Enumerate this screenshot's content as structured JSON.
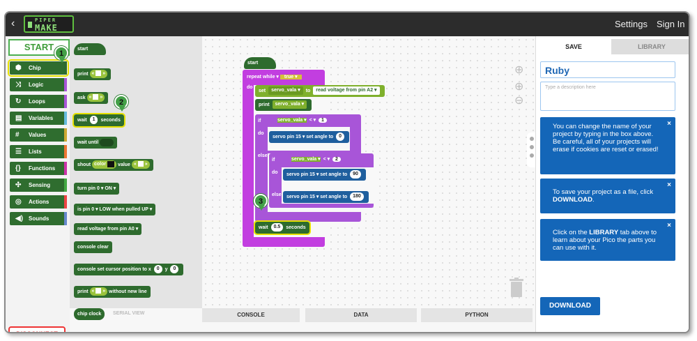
{
  "header": {
    "back_icon": "‹",
    "logo_line1": "PIPER",
    "logo_line2": "MAKE",
    "settings": "Settings",
    "sign_in": "Sign In"
  },
  "sidebar": {
    "start": "START",
    "disconnect": "DISCONNECT",
    "items": [
      {
        "label": "Chip",
        "icon": "⬢",
        "edge": "#2e6b2e"
      },
      {
        "label": "Logic",
        "icon": "⤨",
        "edge": "#a5c"
      },
      {
        "label": "Loops",
        "icon": "↻",
        "edge": "#a5c"
      },
      {
        "label": "Variables",
        "icon": "▤",
        "edge": "#6bd"
      },
      {
        "label": "Values",
        "icon": "#",
        "edge": "#ca3"
      },
      {
        "label": "Lists",
        "icon": "☰",
        "edge": "#e73"
      },
      {
        "label": "Functions",
        "icon": "{}",
        "edge": "#c3a"
      },
      {
        "label": "Sensing",
        "icon": "✣",
        "edge": "#4a4"
      },
      {
        "label": "Actions",
        "icon": "◎",
        "edge": "#e44"
      },
      {
        "label": "Sounds",
        "icon": "◀)",
        "edge": "#68c"
      }
    ]
  },
  "flyout": {
    "start": "start",
    "print": "print",
    "ask": "ask",
    "wait": "wait",
    "wait_num": "1",
    "seconds": "seconds",
    "wait_until": "wait until",
    "shout": "shout",
    "color": "color",
    "value": "value",
    "turn_pin": "turn pin",
    "pin0": "0",
    "on": "ON",
    "is_pin": "is pin",
    "low_when": "LOW when pulled UP",
    "read_voltage": "read voltage from pin",
    "a0": "A0",
    "console_clear": "console clear",
    "cursor": "console set cursor position to x",
    "x0": "0",
    "y": "y",
    "y0": "0",
    "print_nl": "without new line",
    "chip_clock": "chip clock",
    "serial_view": "SERIAL VIEW"
  },
  "program": {
    "start": "start",
    "repeat": "repeat",
    "while": "while",
    "true": "true",
    "do": "do",
    "set": "set",
    "var": "servo_vala",
    "to": "to",
    "read_voltage": "read voltage from pin",
    "a2": "A2",
    "print": "print",
    "if": "if",
    "lt": "<",
    "one": "1",
    "servo_pin": "servo pin",
    "pin15": "15",
    "set_angle": "set angle to",
    "zero": "0",
    "else": "else",
    "two": "2",
    "ninety": "90",
    "oneeighty": "180",
    "wait": "wait",
    "wait_val": "0.5",
    "seconds": "seconds"
  },
  "bottom_tabs": [
    "CONSOLE",
    "DATA",
    "PYTHON"
  ],
  "right": {
    "tab_save": "SAVE",
    "tab_library": "LIBRARY",
    "project_name": "Ruby",
    "description_placeholder": "Type a description here",
    "tip1": "You can change the name of your project by typing in the box above. Be careful, all of your projects will erase if cookies are reset or erased!",
    "tip2_a": "To save your project as a file, click ",
    "tip2_b": "DOWNLOAD",
    "tip2_c": ".",
    "tip3_a": "Click on the ",
    "tip3_b": "LIBRARY",
    "tip3_c": " tab above to learn about your Pico the parts you can use with it.",
    "close": "×",
    "download": "DOWNLOAD"
  },
  "markers": [
    "1",
    "2",
    "3"
  ],
  "colors": {
    "accent": "#1466b8",
    "chip": "#2e6b2e",
    "loop": "#c23ee0",
    "logic": "#a855d8"
  }
}
